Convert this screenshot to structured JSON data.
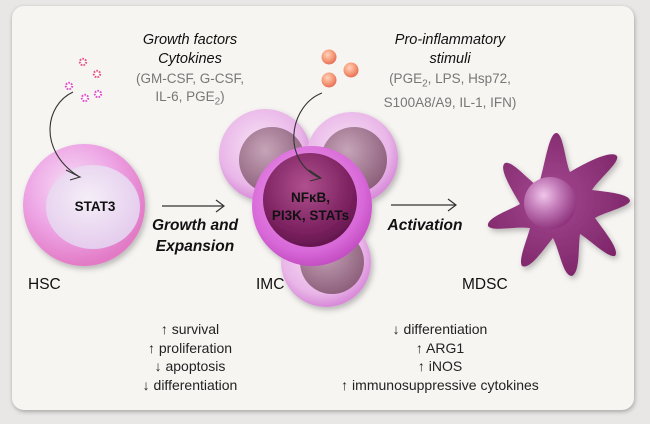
{
  "stimuli_left": {
    "title_line1": "Growth factors",
    "title_line2": "Cytokines",
    "list_line1": "(GM-CSF, G-CSF,",
    "list_line2_prefix": "IL-6, PGE",
    "list_line2_sub": "2",
    "list_line2_suffix": ")"
  },
  "stimuli_right": {
    "title_line1": "Pro-inflammatory",
    "title_line2": "stimuli",
    "list_line1_prefix": "(PGE",
    "list_line1_sub": "2",
    "list_line1_suffix": ", LPS, Hsp72,",
    "list_line2": "S100A8/A9, IL-1, IFN)"
  },
  "cells": {
    "hsc": {
      "label": "HSC",
      "inner": "STAT3"
    },
    "imc": {
      "label": "IMC",
      "inner_line1": "NFκB,",
      "inner_line2": "PI3K, STATs"
    },
    "mdsc": {
      "label": "MDSC"
    }
  },
  "transitions": {
    "first_line1": "Growth and",
    "first_line2": "Expansion",
    "second": "Activation"
  },
  "effects_left": [
    "↑ survival",
    "↑ proliferation",
    "↓ apoptosis",
    "↓ differentiation"
  ],
  "effects_right": [
    "↓ differentiation",
    "↑ ARG1",
    "↑ iNOS",
    "↑ immunosuppressive cytokines"
  ],
  "colors": {
    "panel_bg": "#f7f5f2",
    "hsc_pink": "#e58fd8",
    "imc_magenta": "#d56ad6",
    "imc_nucleus": "#7a1f5e",
    "mdsc_purple": "#8e2f7a",
    "cytokine_pink": "#e8509f",
    "stimuli_orange": "#f08a6c"
  }
}
